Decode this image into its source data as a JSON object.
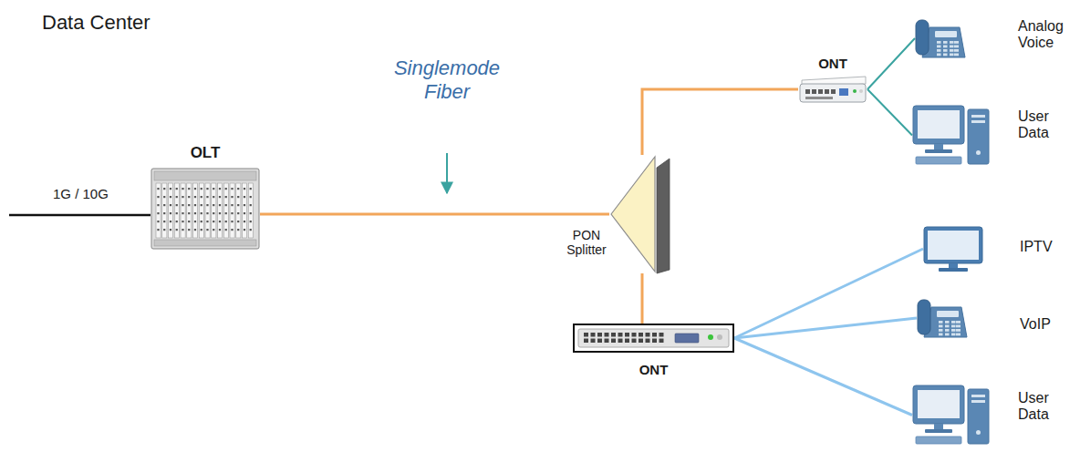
{
  "diagram": {
    "title": "Data Center",
    "nodes": [
      {
        "text": [
          "OLT"
        ]
      },
      {
        "text": [
          "PON Splitter"
        ]
      },
      {
        "text": [
          "ONT"
        ]
      },
      {
        "text": [
          "ONT"
        ]
      },
      {
        "text": [
          "Analog Voice"
        ]
      },
      {
        "text": [
          "User Data"
        ]
      },
      {
        "text": [
          "IPTV"
        ]
      },
      {
        "text": [
          "VoIP"
        ]
      },
      {
        "text": [
          "User Data"
        ]
      }
    ],
    "edges": [
      {
        "from": 0,
        "to": 1,
        "arrow": "none"
      },
      {
        "from": 1,
        "to": 2,
        "arrow": "none"
      },
      {
        "from": 1,
        "to": 3,
        "arrow": "none"
      },
      {
        "from": 2,
        "to": 4,
        "arrow": "none"
      },
      {
        "from": 2,
        "to": 5,
        "arrow": "none"
      },
      {
        "from": 3,
        "to": 6,
        "arrow": "none"
      },
      {
        "from": 3,
        "to": 7,
        "arrow": "none"
      },
      {
        "from": 3,
        "to": 8,
        "arrow": "none"
      }
    ],
    "labels": [
      "1G / 10G",
      "Singlemode Fiber"
    ]
  }
}
